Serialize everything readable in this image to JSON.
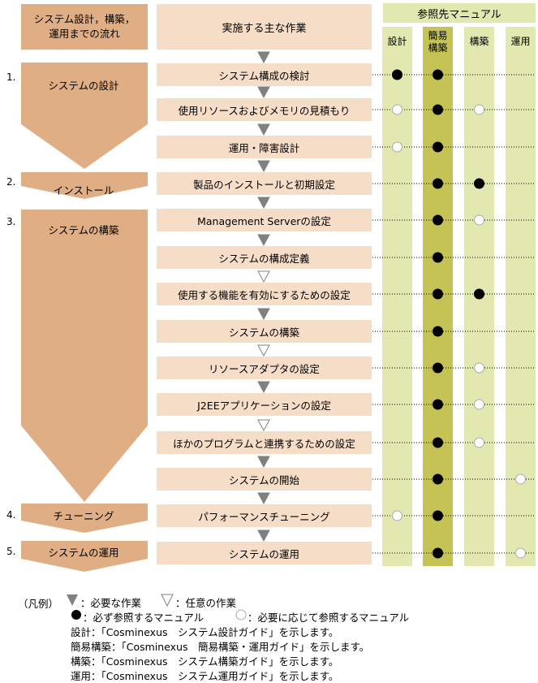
{
  "header": {
    "flow_title": "システム設計，構築，\n運用までの流れ",
    "task_title": "実施する主な作業",
    "manual_title": "参照先マニュアル"
  },
  "columns": [
    {
      "label": "設計",
      "dark": false
    },
    {
      "label": "簡易\n構築",
      "dark": true
    },
    {
      "label": "構築",
      "dark": false
    },
    {
      "label": "運用",
      "dark": false
    }
  ],
  "phases": [
    {
      "num": "1.",
      "label": "システムの設計"
    },
    {
      "num": "2.",
      "label": "インストール"
    },
    {
      "num": "3.",
      "label": "システムの構築"
    },
    {
      "num": "4.",
      "label": "チューニング"
    },
    {
      "num": "5.",
      "label": "システムの運用"
    }
  ],
  "steps": [
    {
      "label": "システム構成の検討",
      "arrow": "required",
      "marks": [
        "filled",
        "filled",
        "none",
        "none"
      ]
    },
    {
      "label": "使用リソースおよびメモリの見積もり",
      "arrow": "required",
      "marks": [
        "open",
        "filled",
        "open",
        "none"
      ]
    },
    {
      "label": "運用・障害設計",
      "arrow": "required",
      "marks": [
        "open",
        "filled",
        "none",
        "none"
      ]
    },
    {
      "label": "製品のインストールと初期設定",
      "arrow": "required",
      "marks": [
        "none",
        "filled",
        "filled",
        "none"
      ]
    },
    {
      "label": "Management Serverの設定",
      "arrow": "required",
      "marks": [
        "none",
        "filled",
        "open",
        "none"
      ]
    },
    {
      "label": "システムの構成定義",
      "arrow": "required",
      "marks": [
        "none",
        "filled",
        "none",
        "none"
      ]
    },
    {
      "label": "使用する機能を有効にするための設定",
      "arrow": "optional",
      "marks": [
        "none",
        "filled",
        "filled",
        "none"
      ]
    },
    {
      "label": "システムの構築",
      "arrow": "required",
      "marks": [
        "none",
        "filled",
        "none",
        "none"
      ]
    },
    {
      "label": "リソースアダプタの設定",
      "arrow": "optional",
      "marks": [
        "none",
        "filled",
        "open",
        "none"
      ]
    },
    {
      "label": "J2EEアプリケーションの設定",
      "arrow": "required",
      "marks": [
        "none",
        "filled",
        "open",
        "none"
      ]
    },
    {
      "label": "ほかのプログラムと連携するための設定",
      "arrow": "optional",
      "marks": [
        "none",
        "filled",
        "open",
        "none"
      ]
    },
    {
      "label": "システムの開始",
      "arrow": "required",
      "marks": [
        "none",
        "filled",
        "none",
        "open"
      ]
    },
    {
      "label": "パフォーマンスチューニング",
      "arrow": "required",
      "marks": [
        "open",
        "filled",
        "none",
        "none"
      ]
    },
    {
      "label": "システムの運用",
      "arrow": "required",
      "marks": [
        "none",
        "filled",
        "none",
        "open"
      ]
    }
  ],
  "legend": {
    "title": "（凡例）",
    "required_text": "：必要な作業",
    "optional_text": "：任意の作業",
    "filled_text": "：必ず参照するマニュアル",
    "open_text": "：必要に応じて参照するマニュアル",
    "lines": [
      "設計：「Cosminexus　システム設計ガイド」を示します。",
      "簡易構築：「Cosminexus　簡易構築・運用ガイド」を示します。",
      "構築：「Cosminexus　システム構築ガイド」を示します。",
      "運用：「Cosminexus　システム運用ガイド」を示します。"
    ]
  },
  "colors": {
    "phase": "#dfae84",
    "step": "#f6ddc8",
    "column": "#e3e8b1",
    "column_dark": "#c6c356",
    "arrow_required": "#808080"
  }
}
